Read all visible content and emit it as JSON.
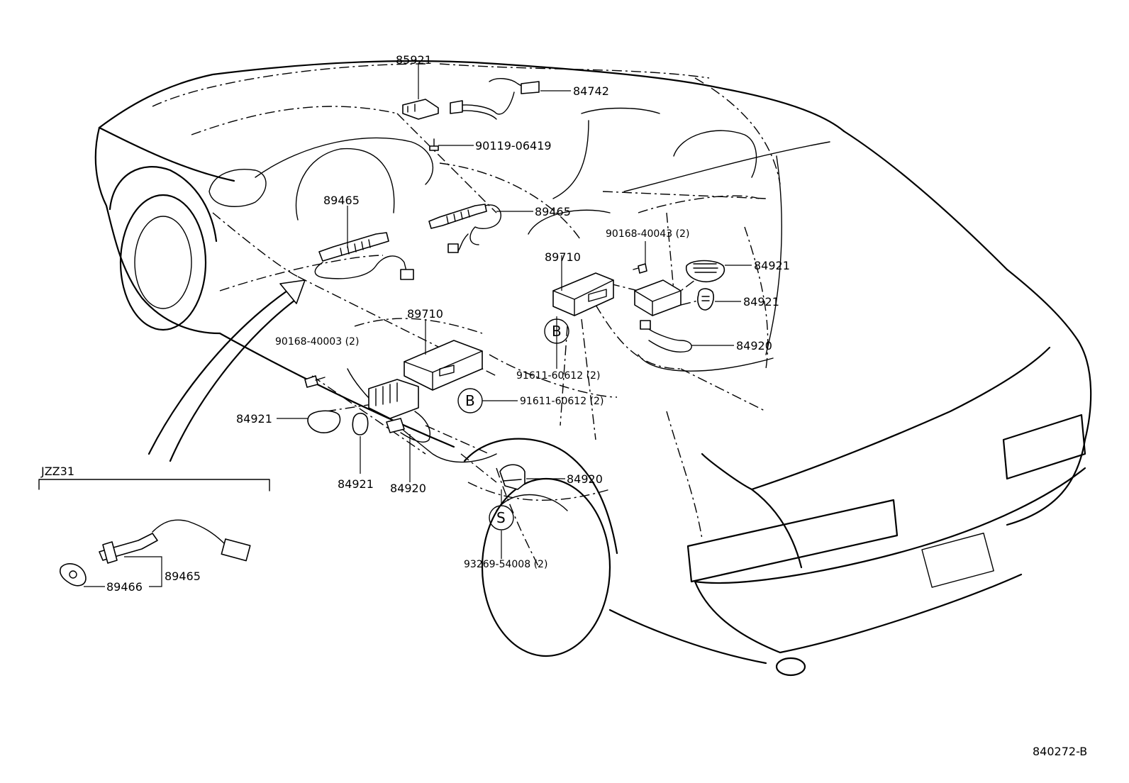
{
  "labels": {
    "p85921": "85921",
    "p84742": "84742",
    "p90119": "90119-06419",
    "p89465_left": "89465",
    "p89465_right": "89465",
    "p89710_right": "89710",
    "p90168_40043": "90168-40043 (2)",
    "p84921_a": "84921",
    "p84921_b": "84921",
    "p84920_right": "84920",
    "p89710_center": "89710",
    "p90168_40003": "90168-40003 (2)",
    "p91611_top": "91611-60612 (2)",
    "p91611_bottom": "91611-60612 (2)",
    "p84921_left": "84921",
    "p84921_bottom": "84921",
    "p84920_bottom": "84920",
    "p84920_wheel": "84920",
    "p93269": "93269-54008 (2)",
    "jzz31": "JZZ31",
    "p89465_inset": "89465",
    "p89466_inset": "89466",
    "circle_b": "B",
    "circle_b2": "B",
    "circle_s": "S",
    "diagram_id": "840272-B"
  }
}
